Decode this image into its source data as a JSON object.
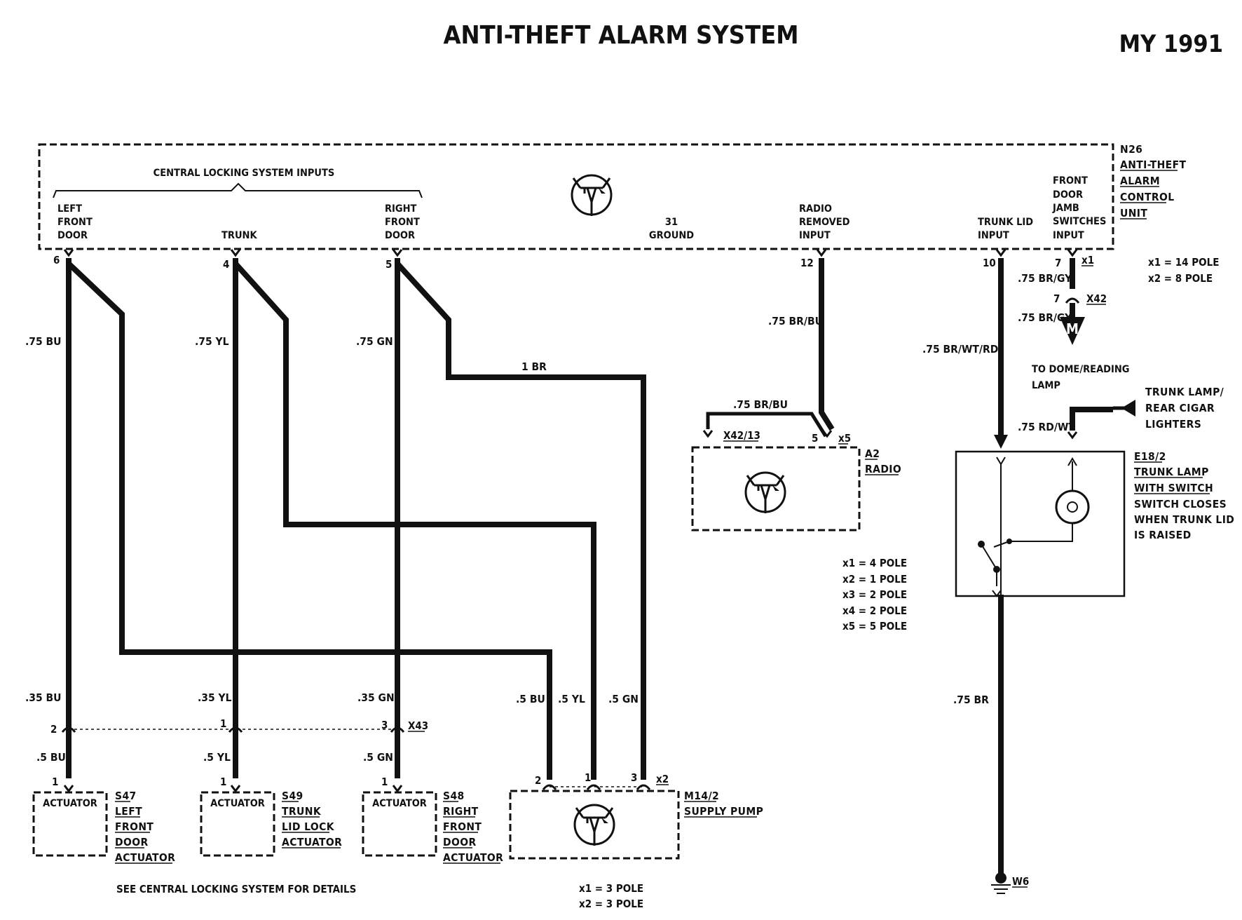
{
  "title": "ANTI-THEFT ALARM SYSTEM",
  "model_year": "MY 1991",
  "control_unit": {
    "ref": "N26",
    "name_lines": [
      "ANTI-THEFT",
      "ALARM",
      "CONTROL",
      "UNIT"
    ],
    "group_label": "CENTRAL LOCKING SYSTEM INPUTS",
    "inputs": {
      "left_front_door": [
        "LEFT",
        "FRONT",
        "DOOR"
      ],
      "trunk": "TRUNK",
      "right_front_door": [
        "RIGHT",
        "FRONT",
        "DOOR"
      ],
      "ground_num": "31",
      "ground": "GROUND",
      "radio_removed": [
        "RADIO",
        "REMOVED",
        "INPUT"
      ],
      "trunk_lid": [
        "TRUNK LID",
        "INPUT"
      ],
      "jamb": [
        "FRONT",
        "DOOR",
        "JAMB",
        "SWITCHES",
        "INPUT"
      ]
    },
    "pins": {
      "p6": "6",
      "p4": "4",
      "p5": "5",
      "p12": "12",
      "p10": "10",
      "p7": "7"
    },
    "connector": "x1",
    "pole_notes": [
      "x1 = 14 POLE",
      "x2 = 8 POLE"
    ]
  },
  "wires": {
    "w1": ".75 BU",
    "w2": ".75 YL",
    "w3": ".75 GN",
    "w4": "1 BR",
    "w5": ".75 BR/BU",
    "w6": ".75 BR/WT/RD",
    "w7": ".75 BR/GY",
    "w8": ".75 BR/GY",
    "w9": ".75 BR/BU",
    "w10": ".75 RD/WT",
    "w11": ".35 BU",
    "w12": ".35 YL",
    "w13": ".35 GN",
    "w14": ".5 BU",
    "w15": ".5 YL",
    "w16": ".5 GN",
    "w17": ".5 BU",
    "w18": ".5  YL",
    "w19": ".5 GN",
    "w20": ".75  BR"
  },
  "x42": {
    "pin": "7",
    "label": "X42",
    "motor_letter": "M",
    "dest": [
      "TO DOME/READING",
      "LAMP"
    ]
  },
  "trunk_lighters": [
    "TRUNK LAMP/",
    "REAR CIGAR",
    "LIGHTERS"
  ],
  "radio": {
    "ref": "A2",
    "name": "RADIO",
    "conn_left": "X42/13",
    "pin": "5",
    "conn_right": "x5",
    "pole_notes": [
      "x1 = 4 POLE",
      "x2 = 1 POLE",
      "x3 = 2 POLE",
      "x4 = 2 POLE",
      "x5 = 5 POLE"
    ]
  },
  "trunk_lamp": {
    "ref": "E18/2",
    "name_lines": [
      "TRUNK LAMP",
      "WITH SWITCH"
    ],
    "note_lines": [
      "SWITCH CLOSES",
      "WHEN TRUNK LID",
      "IS RAISED"
    ]
  },
  "ground_w6": "W6",
  "x43": {
    "pins": [
      "2",
      "1",
      "3"
    ],
    "label": "X43"
  },
  "actuators": [
    {
      "box_label": "ACTUATOR",
      "pin": "1",
      "ref": "S47",
      "name_lines": [
        "LEFT",
        "FRONT",
        "DOOR",
        "ACTUATOR"
      ]
    },
    {
      "box_label": "ACTUATOR",
      "pin": "1",
      "ref": "S49",
      "name_lines": [
        "TRUNK",
        "LID LOCK",
        "ACTUATOR"
      ]
    },
    {
      "box_label": "ACTUATOR",
      "pin": "1",
      "ref": "S48",
      "name_lines": [
        "RIGHT",
        "FRONT",
        "DOOR",
        "ACTUATOR"
      ]
    }
  ],
  "pump": {
    "ref": "M14/2",
    "name": "SUPPLY PUMP",
    "pins": [
      "2",
      "1",
      "3"
    ],
    "connector": "x2",
    "pole_notes": [
      "x1 = 3 POLE",
      "x2 = 3 POLE"
    ]
  },
  "footer_note": "SEE CENTRAL LOCKING SYSTEM FOR DETAILS"
}
